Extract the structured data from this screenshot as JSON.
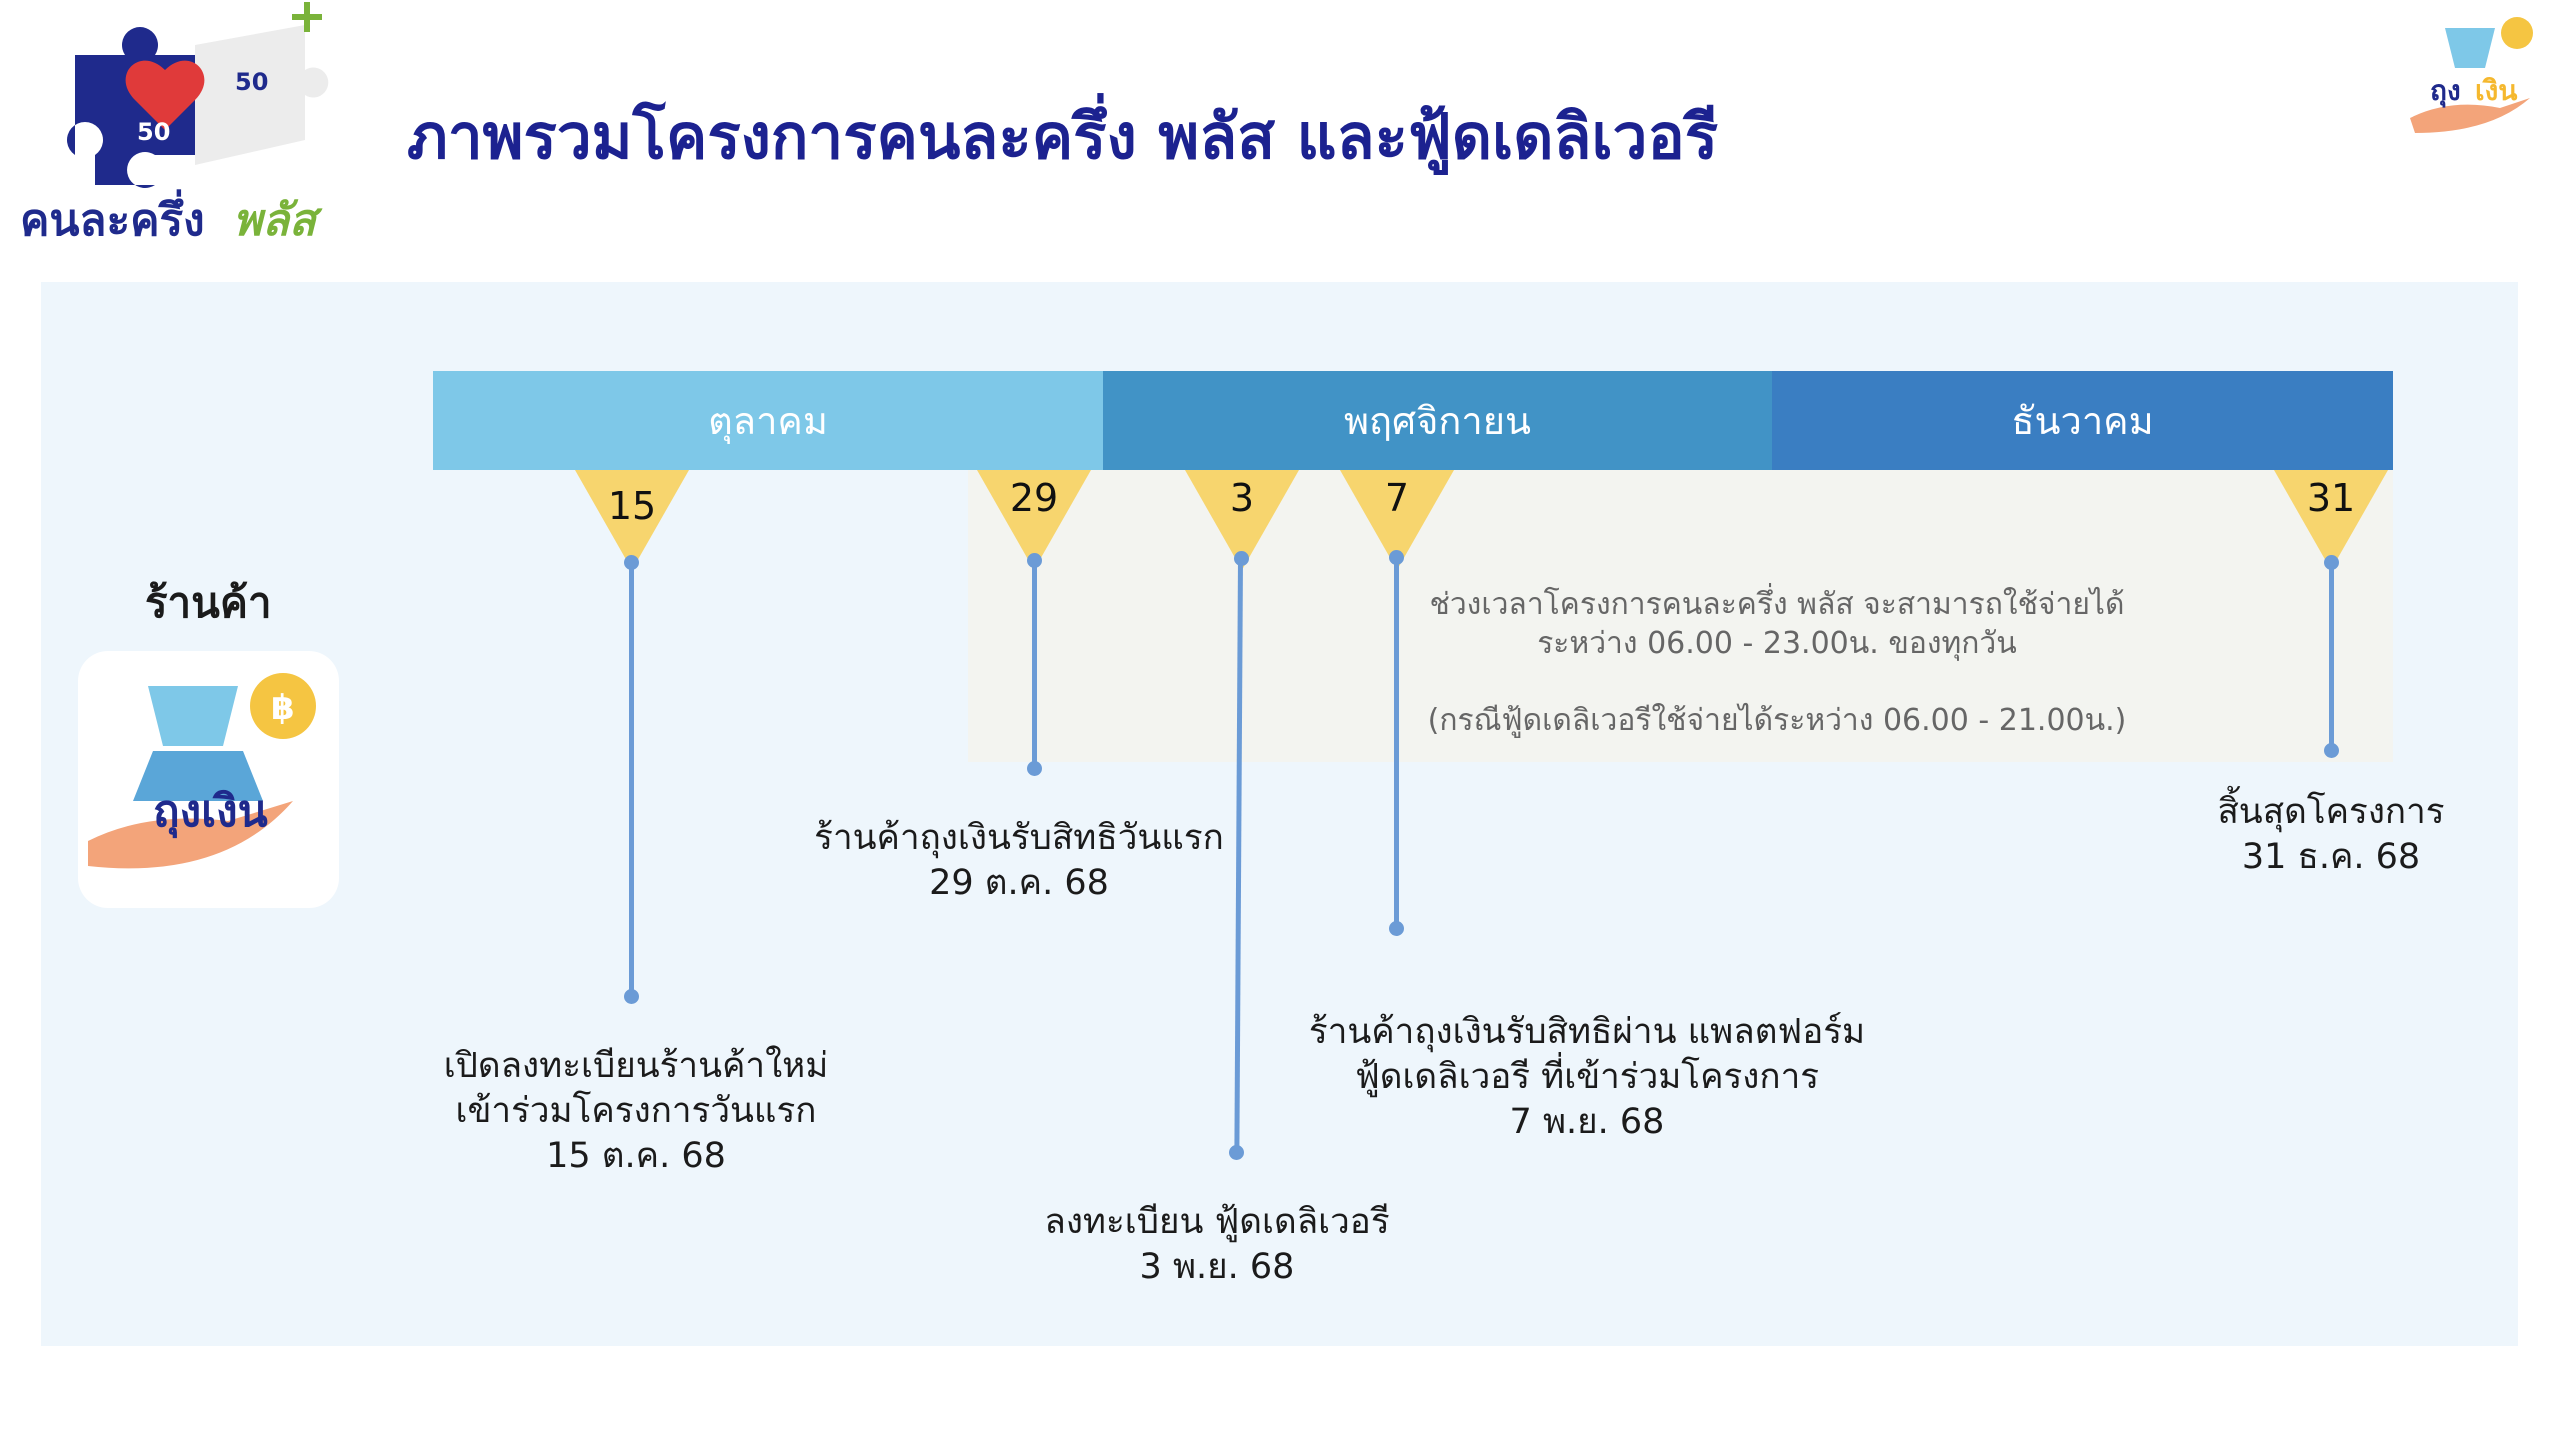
{
  "header": {
    "title": "ภาพรวมโครงการคนละครึ่ง พลัส และฟู้ดเดลิเวอรี",
    "logo_text": "คนละครึ่ง พลัส",
    "logo_numbers": [
      "50",
      "50"
    ],
    "app_logo_text": "ถุงเงิน"
  },
  "side": {
    "shop_label": "ร้านค้า",
    "app_name": "ถุงเงิน"
  },
  "months": [
    "ตุลาคม",
    "พฤศจิกายน",
    "ธันวาคม"
  ],
  "milestones": [
    {
      "day": "15",
      "label_lines": [
        "เปิดลงทะเบียนร้านค้าใหม่",
        "เข้าร่วมโครงการวันแรก",
        "15 ต.ค. 68"
      ]
    },
    {
      "day": "29",
      "label_lines": [
        "ร้านค้าถุงเงินรับสิทธิวันแรก",
        "29 ต.ค. 68"
      ]
    },
    {
      "day": "3",
      "label_lines": [
        "ลงทะเบียน ฟู้ดเดลิเวอรี",
        "3 พ.ย. 68"
      ]
    },
    {
      "day": "7",
      "label_lines": [
        "ร้านค้าถุงเงินรับสิทธิผ่าน แพลตฟอร์ม",
        "ฟู้ดเดลิเวอรี ที่เข้าร่วมโครงการ",
        "7 พ.ย. 68"
      ]
    },
    {
      "day": "31",
      "label_lines": [
        "สิ้นสุดโครงการ",
        "31 ธ.ค. 68"
      ]
    }
  ],
  "note": {
    "line1": "ช่วงเวลาโครงการคนละครึ่ง พลัส จะสามารถใช้จ่ายได้",
    "line2": "ระหว่าง 06.00 - 23.00น. ของทุกวัน",
    "line3": "(กรณีฟู้ดเดลิเวอรีใช้จ่ายได้ระหว่าง 06.00 - 21.00น.)"
  },
  "colors": {
    "title": "#1c2290",
    "month1": "#7ec8e8",
    "month2": "#4193c6",
    "month3": "#3a7ec2",
    "marker": "#f7d56e",
    "line": "#6b9bd6"
  }
}
